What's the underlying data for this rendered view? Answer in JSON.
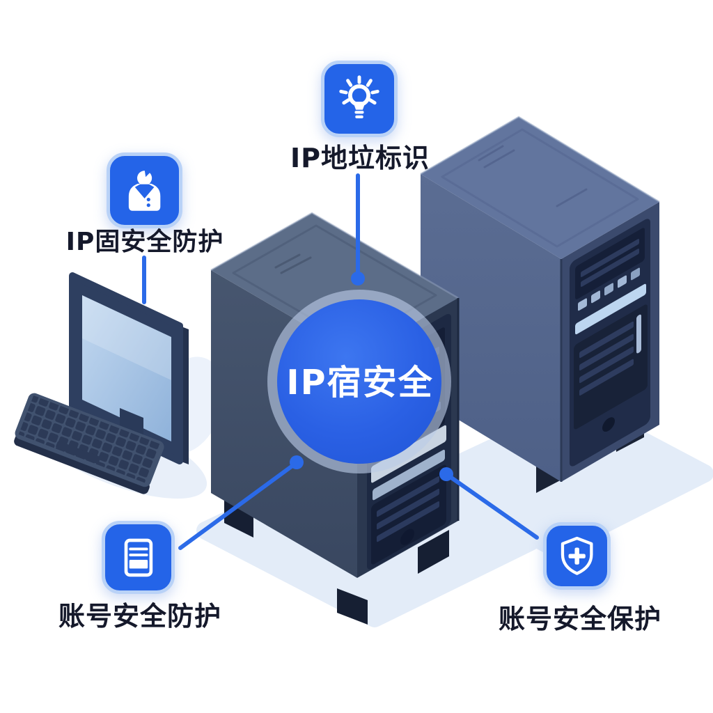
{
  "diagram": {
    "center_label": "IP宿安全",
    "nodes": {
      "top": {
        "label": "IP地垃标识",
        "icon": "lightbulb-icon"
      },
      "left": {
        "label": "IP固安全防护",
        "icon": "user-icon"
      },
      "bottom_left": {
        "label": "账号安全防护",
        "icon": "document-icon"
      },
      "bottom_right": {
        "label": "账号安全保护",
        "icon": "shield-plus-icon"
      }
    },
    "objects": [
      "desktop-computer",
      "server-tower-front",
      "server-tower-back"
    ],
    "colors": {
      "accent_blue": "#2464e8",
      "icon_border": "#b9d2f7",
      "connector_blue": "#2b6ae8",
      "circle_blue": "#2a60e4",
      "circle_halo": "#bbccE6",
      "label_text": "#15192b",
      "server_front_dark": "#2b3850",
      "server_back_light": "#57698e",
      "screen_blue": "#a9c6e8",
      "shadow_blue": "#e3ecf8",
      "background": "#ffffff"
    }
  }
}
